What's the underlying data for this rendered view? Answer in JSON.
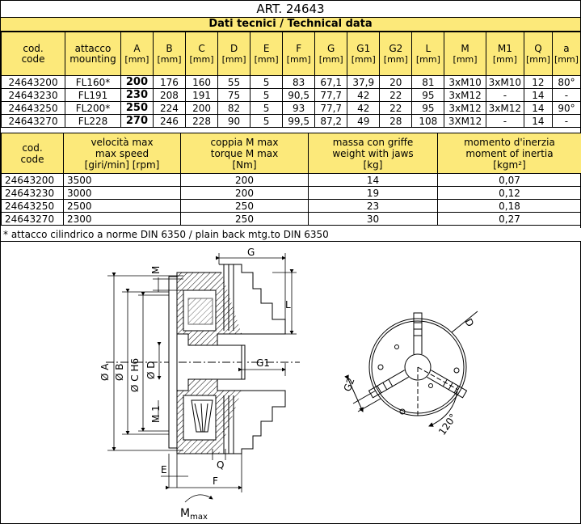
{
  "title": "ART. 24643",
  "subtitle": "Dati tecnici / Technical data",
  "tech_table": {
    "header": [
      {
        "l1": "cod.",
        "l2": "code",
        "unit": ""
      },
      {
        "l1": "attacco",
        "l2": "mounting",
        "unit": ""
      },
      {
        "l1": "A",
        "l2": "",
        "unit": "[mm]"
      },
      {
        "l1": "B",
        "l2": "",
        "unit": "[mm]"
      },
      {
        "l1": "C",
        "l2": "",
        "unit": "[mm]"
      },
      {
        "l1": "D",
        "l2": "",
        "unit": "[mm]"
      },
      {
        "l1": "E",
        "l2": "",
        "unit": "[mm]"
      },
      {
        "l1": "F",
        "l2": "",
        "unit": "[mm]"
      },
      {
        "l1": "G",
        "l2": "",
        "unit": "[mm]"
      },
      {
        "l1": "G1",
        "l2": "",
        "unit": "[mm]"
      },
      {
        "l1": "G2",
        "l2": "",
        "unit": "[mm]"
      },
      {
        "l1": "L",
        "l2": "",
        "unit": "[mm]"
      },
      {
        "l1": "M",
        "l2": "",
        "unit": "[mm]"
      },
      {
        "l1": "M1",
        "l2": "",
        "unit": "[mm]"
      },
      {
        "l1": "Q",
        "l2": "",
        "unit": "[mm]"
      },
      {
        "l1": "a",
        "l2": "",
        "unit": "[mm]"
      }
    ],
    "rows": [
      [
        "24643200",
        "FL160*",
        "200",
        "176",
        "160",
        "55",
        "5",
        "83",
        "67,1",
        "37,9",
        "20",
        "81",
        "3xM10",
        "3xM10",
        "12",
        "80°"
      ],
      [
        "24643230",
        "FL191",
        "230",
        "208",
        "191",
        "75",
        "5",
        "90,5",
        "77,7",
        "42",
        "22",
        "95",
        "3xM12",
        "-",
        "14",
        "-"
      ],
      [
        "24643250",
        "FL200*",
        "250",
        "224",
        "200",
        "82",
        "5",
        "93",
        "77,7",
        "42",
        "22",
        "95",
        "3xM12",
        "3xM12",
        "14",
        "90°"
      ],
      [
        "24643270",
        "FL228",
        "270",
        "246",
        "228",
        "90",
        "5",
        "99,5",
        "87,2",
        "49",
        "28",
        "108",
        "3XM12",
        "-",
        "14",
        "-"
      ]
    ]
  },
  "perf_table": {
    "header": [
      {
        "l1": "cod.",
        "l2": "code",
        "l3": ""
      },
      {
        "l1": "velocità max",
        "l2": "max speed",
        "l3": "[giri/min] [rpm]"
      },
      {
        "l1": "coppia M max",
        "l2": "torque M max",
        "l3": "[Nm]"
      },
      {
        "l1": "massa con griffe",
        "l2": "weight with jaws",
        "l3": "[kg]"
      },
      {
        "l1": "momento d'inerzia",
        "l2": "moment of inertia",
        "l3": "[kgm²]"
      }
    ],
    "rows": [
      [
        "24643200",
        "3500",
        "200",
        "14",
        "0,07"
      ],
      [
        "24643230",
        "3000",
        "200",
        "19",
        "0,12"
      ],
      [
        "24643250",
        "2500",
        "250",
        "23",
        "0,18"
      ],
      [
        "24643270",
        "2300",
        "250",
        "30",
        "0,27"
      ]
    ]
  },
  "footnote": "* attacco cilindrico a norme DIN 6350 / plain back mtg.to DIN 6350",
  "drawing": {
    "labels": {
      "A": "Ø A",
      "B": "Ø B",
      "C": "Ø C H6",
      "D": "Ø D",
      "G": "G",
      "G1": "G1",
      "G2": "G2",
      "L": "L",
      "M": "M",
      "M1": "M 1",
      "E": "E",
      "F": "F",
      "Q": "Q",
      "Dfront": "D",
      "angle": "120°",
      "torque": "M",
      "torque_sub": "max"
    }
  }
}
